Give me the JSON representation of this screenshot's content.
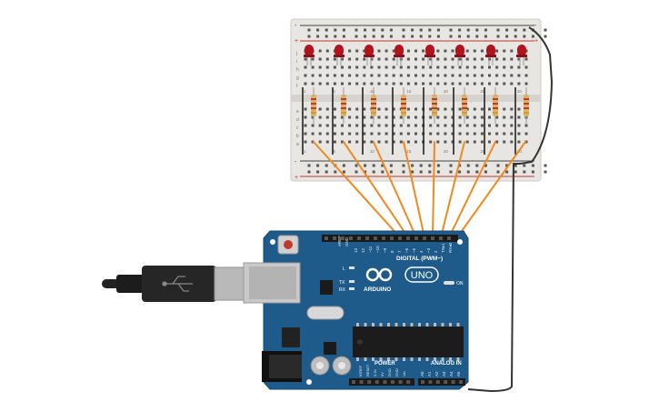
{
  "breadboard": {
    "rail_plus": "+",
    "rail_minus": "-",
    "row_letters_top": [
      "j",
      "i",
      "h",
      "g",
      "f"
    ],
    "row_letters_bottom": [
      "e",
      "d",
      "c",
      "b",
      "a"
    ],
    "column_numbers": [
      "1",
      "5",
      "10",
      "15",
      "20",
      "25",
      "30"
    ],
    "led_color": "#b3131e",
    "leds": 8,
    "resistors": 8
  },
  "arduino": {
    "board_name": "UNO",
    "brand": "ARDUINO",
    "digital_header_label": "DIGITAL (PWM~)",
    "power_label": "POWER",
    "analog_label": "ANALOG IN",
    "on_label": "ON",
    "l_label": "L",
    "tx_label": "TX",
    "rx_label": "RX",
    "aref": "AREF",
    "gnd": "GND",
    "digital_pins": [
      "13",
      "12",
      "~11",
      "~10",
      "~9",
      "8",
      "7",
      "~6",
      "~5",
      "4",
      "~3",
      "2",
      "TX▸1",
      "RX◂0"
    ],
    "power_pins": [
      "IOREF",
      "RESET",
      "3.3V",
      "5V",
      "GND",
      "GND",
      "Vin"
    ],
    "analog_pins": [
      "A0",
      "A1",
      "A2",
      "A3",
      "A4",
      "A5"
    ],
    "board_color": "#1e5a8a"
  },
  "usb_cable": {
    "icon": "usb-icon"
  },
  "wires": {
    "signal_color": "#f0891e",
    "ground_color": "#333333"
  }
}
